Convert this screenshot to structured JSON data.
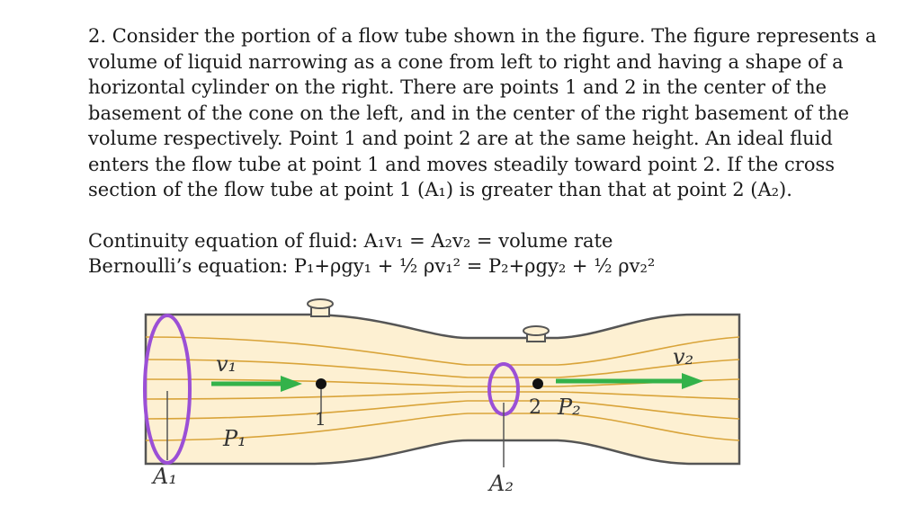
{
  "problem": {
    "number": "2.",
    "text": "Consider the portion of a flow tube shown in the figure. The figure represents a volume of liquid narrowing as a cone from left to right and having a shape of a horizontal cylinder on the right. There are points 1 and 2 in the center of the basement of the cone on the left, and in the center of the right basement of the volume respectively. Point 1 and point 2 are at the same height. An ideal fluid enters the flow tube at point 1 and moves steadily toward point 2. If the cross section of the flow tube at point 1 (A₁) is greater than that at point 2 (A₂)."
  },
  "equations": {
    "continuity": "Continuity equation of fluid: A₁v₁ = A₂v₂ = volume rate",
    "bernoulli": "Bernoulli’s equation: P₁+ρgy₁ + ½ ρv₁² = P₂+ρgy₂ + ½ ρv₂²"
  },
  "figure": {
    "labels": {
      "v1": "v₁",
      "p1": "P₁",
      "point1": "1",
      "a1": "A₁",
      "v2": "v₂",
      "p2": "P₂",
      "point2": "2",
      "a2": "A₂"
    },
    "colors": {
      "tube_fill": "#fdf0d2",
      "streamline": "#d9a43a",
      "outline": "#555555",
      "cross_section": "#9b4fd6",
      "arrow": "#33b24a",
      "point": "#111111"
    }
  }
}
